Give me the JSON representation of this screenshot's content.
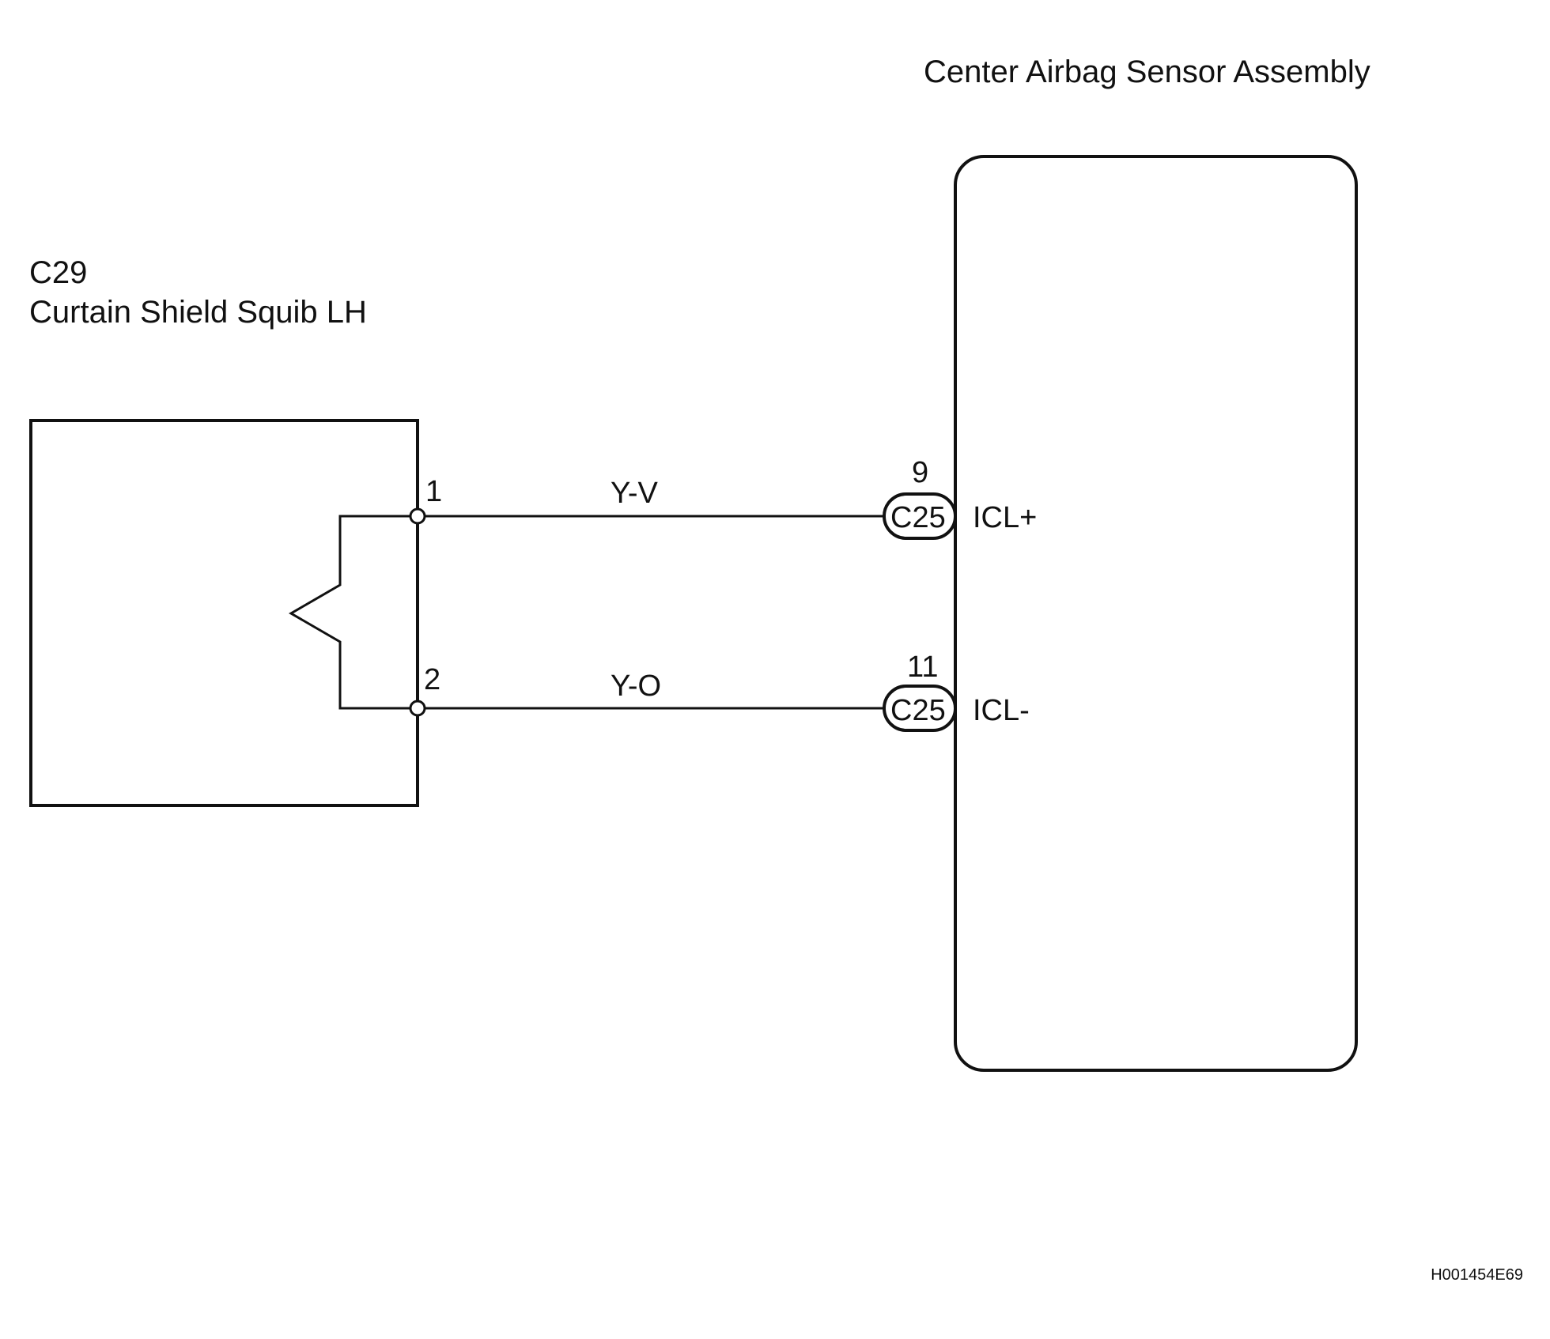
{
  "ecu": {
    "title": "Center Airbag Sensor Assembly"
  },
  "squib": {
    "connector": "C29",
    "title": "Curtain Shield Squib LH"
  },
  "circuits": [
    {
      "squib_pin": "1",
      "wire_color": "Y-V",
      "ecu_pin": "9",
      "ecu_connector": "C25",
      "signal": "ICL+"
    },
    {
      "squib_pin": "2",
      "wire_color": "Y-O",
      "ecu_pin": "11",
      "ecu_connector": "C25",
      "signal": "ICL-"
    }
  ],
  "figure_id": "H001454E69"
}
